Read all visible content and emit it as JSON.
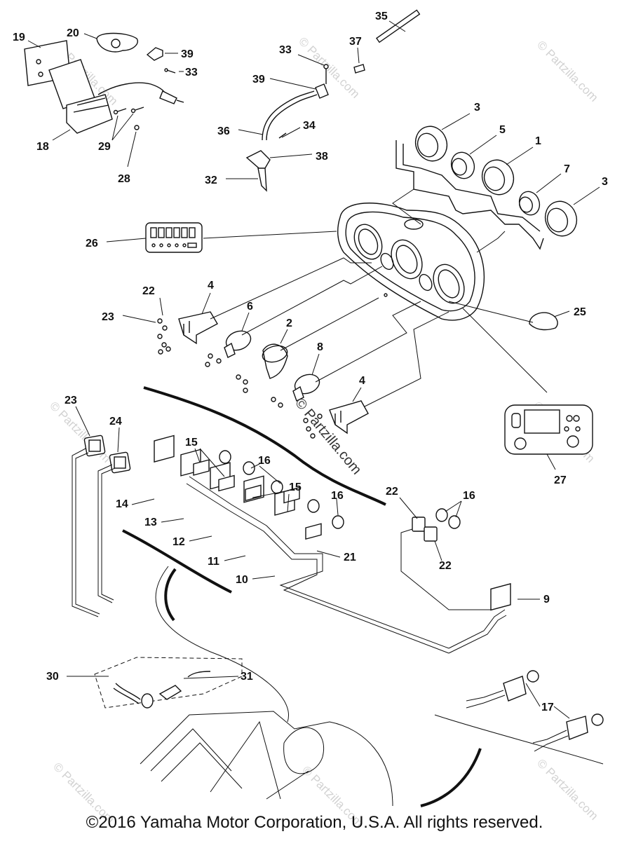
{
  "diagram": {
    "watermark": "© Partzilla.com",
    "callouts": [
      {
        "id": "c19",
        "label": "19"
      },
      {
        "id": "c20",
        "label": "20"
      },
      {
        "id": "c39a",
        "label": "39"
      },
      {
        "id": "c33a",
        "label": "33"
      },
      {
        "id": "c18",
        "label": "18"
      },
      {
        "id": "c29",
        "label": "29"
      },
      {
        "id": "c28",
        "label": "28"
      },
      {
        "id": "c35",
        "label": "35"
      },
      {
        "id": "c33b",
        "label": "33"
      },
      {
        "id": "c37",
        "label": "37"
      },
      {
        "id": "c39b",
        "label": "39"
      },
      {
        "id": "c36",
        "label": "36"
      },
      {
        "id": "c34",
        "label": "34"
      },
      {
        "id": "c38",
        "label": "38"
      },
      {
        "id": "c32",
        "label": "32"
      },
      {
        "id": "c3a",
        "label": "3"
      },
      {
        "id": "c5",
        "label": "5"
      },
      {
        "id": "c1",
        "label": "1"
      },
      {
        "id": "c7",
        "label": "7"
      },
      {
        "id": "c3b",
        "label": "3"
      },
      {
        "id": "c26",
        "label": "26"
      },
      {
        "id": "c22a",
        "label": "22"
      },
      {
        "id": "c4a",
        "label": "4"
      },
      {
        "id": "c23a",
        "label": "23"
      },
      {
        "id": "c6",
        "label": "6"
      },
      {
        "id": "c2",
        "label": "2"
      },
      {
        "id": "c25",
        "label": "25"
      },
      {
        "id": "c8",
        "label": "8"
      },
      {
        "id": "c4b",
        "label": "4"
      },
      {
        "id": "c23b",
        "label": "23"
      },
      {
        "id": "c24",
        "label": "24"
      },
      {
        "id": "c15a",
        "label": "15"
      },
      {
        "id": "c16a",
        "label": "16"
      },
      {
        "id": "c15b",
        "label": "15"
      },
      {
        "id": "c14",
        "label": "14"
      },
      {
        "id": "c13",
        "label": "13"
      },
      {
        "id": "c12",
        "label": "12"
      },
      {
        "id": "c11",
        "label": "11"
      },
      {
        "id": "c10",
        "label": "10"
      },
      {
        "id": "c16b",
        "label": "16"
      },
      {
        "id": "c21",
        "label": "21"
      },
      {
        "id": "c22b",
        "label": "22"
      },
      {
        "id": "c16c",
        "label": "16"
      },
      {
        "id": "c22c",
        "label": "22"
      },
      {
        "id": "c27",
        "label": "27"
      },
      {
        "id": "c9",
        "label": "9"
      },
      {
        "id": "c30",
        "label": "30"
      },
      {
        "id": "c31",
        "label": "31"
      },
      {
        "id": "c17",
        "label": "17"
      }
    ]
  },
  "footer": {
    "copyright": "©2016 Yamaha Motor Corporation, U.S.A. All rights reserved."
  }
}
